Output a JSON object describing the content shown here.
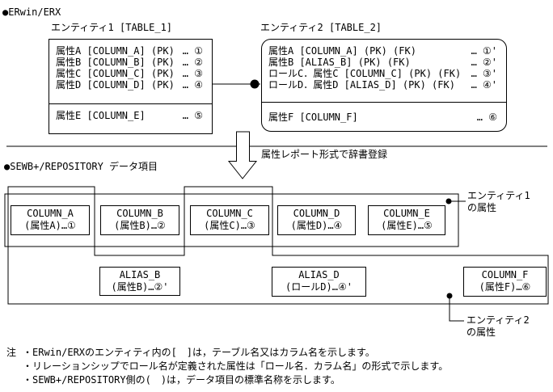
{
  "colors": {
    "ink": "#000000",
    "bg": "#ffffff"
  },
  "erwin": {
    "heading": "●ERwin/ERX",
    "entity1": {
      "title": "エンティティ1 [TABLE_1]",
      "rows": [
        {
          "text": "属性A [COLUMN_A] (PK)",
          "ref": "… ①"
        },
        {
          "text": "属性B [COLUMN_B] (PK)",
          "ref": "… ②"
        },
        {
          "text": "属性C [COLUMN_C] (PK)",
          "ref": "… ③"
        },
        {
          "text": "属性D [COLUMN_D] (PK)",
          "ref": "… ④"
        }
      ],
      "extra_row": {
        "text": "属性E [COLUMN_E]",
        "ref": "… ⑤"
      }
    },
    "entity2": {
      "title": "エンティティ2 [TABLE_2]",
      "rows": [
        {
          "text": "属性A [COLUMN_A] (PK) (FK)",
          "ref": "… ①'"
        },
        {
          "text": "属性B [ALIAS_B] (PK) (FK)",
          "ref": "… ②'"
        },
        {
          "text": "ロールC．属性C [COLUMN_C] (PK) (FK)",
          "ref": "… ③'"
        },
        {
          "text": "ロールD．属性D [ALIAS_D] (PK) (FK)",
          "ref": "… ④'"
        }
      ],
      "extra_row": {
        "text": "属性F [COLUMN_F]",
        "ref": "… ⑥"
      }
    }
  },
  "transform_arrow": {
    "label": "属性レポート形式で辞書登録"
  },
  "sewb": {
    "heading": "●SEWB+/REPOSITORY データ項目",
    "row1_boxes": [
      {
        "name": "COLUMN_A",
        "label": "(属性A)…①"
      },
      {
        "name": "COLUMN_B",
        "label": "(属性B)…②"
      },
      {
        "name": "COLUMN_C",
        "label": "(属性C)…③"
      },
      {
        "name": "COLUMN_D",
        "label": "(属性D)…④"
      },
      {
        "name": "COLUMN_E",
        "label": "(属性E)…⑤"
      }
    ],
    "row2_boxes": [
      {
        "name": "ALIAS_B",
        "label": "(属性B)…②'"
      },
      {
        "name": "ALIAS_D",
        "label": "(ロールD)…④'"
      },
      {
        "name": "COLUMN_F",
        "label": "(属性F)…⑥"
      }
    ],
    "group1_label": {
      "line1": "エンティティ1",
      "line2": "の属性"
    },
    "group2_label": {
      "line1": "エンティティ2",
      "line2": "の属性"
    }
  },
  "notes": {
    "marker": "注",
    "lines": [
      "・ERwin/ERXのエンティティ内の[　]は，テーブル名又はカラム名を示します。",
      "・リレーションシップでロール名が定義された属性は「ロール名．カラム名」の形式で示します。",
      "・SEWB+/REPOSITORY側の(　)は，データ項目の標準名称を示します。"
    ]
  }
}
